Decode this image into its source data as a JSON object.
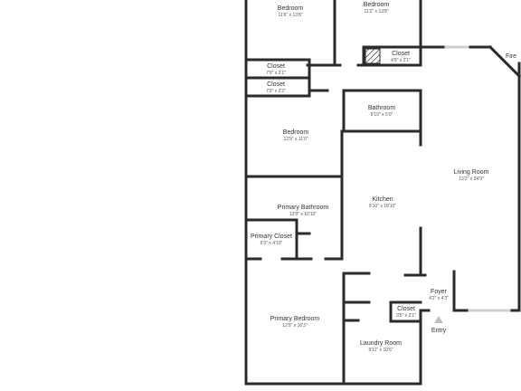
{
  "colors": {
    "wall": "#2b2b2b",
    "window": "#cfcfcf",
    "entry_arrow": "#bfbfbf",
    "background": "#ffffff"
  },
  "rooms": [
    {
      "id": "bedroom-1",
      "name": "Bedroom",
      "dims": "11'6\" x 13'8\""
    },
    {
      "id": "bedroom-2",
      "name": "Bedroom",
      "dims": "11'2\" x 13'8\""
    },
    {
      "id": "closet-top",
      "name": "Closet",
      "dims": "4'9\" x 2'1\""
    },
    {
      "id": "closet-a",
      "name": "Closet",
      "dims": "7'9\" x 2'1\""
    },
    {
      "id": "closet-b",
      "name": "Closet",
      "dims": "7'9\" x 2'2\""
    },
    {
      "id": "bedroom-3",
      "name": "Bedroom",
      "dims": "12'9\" x 11'0\""
    },
    {
      "id": "bathroom",
      "name": "Bathroom",
      "dims": "9'10\" x 5'0\""
    },
    {
      "id": "living-room",
      "name": "Living Room",
      "dims": "13'2\" x 34'9\""
    },
    {
      "id": "kitchen",
      "name": "Kitchen",
      "dims": "9'10\" x 18'10\""
    },
    {
      "id": "primary-bathroom",
      "name": "Primary Bathroom",
      "dims": "12'9\" x 10'10\""
    },
    {
      "id": "primary-closet",
      "name": "Primary Closet",
      "dims": "6'3\" x 4'10\""
    },
    {
      "id": "foyer",
      "name": "Foyer",
      "dims": "4'2\" x 4'3\""
    },
    {
      "id": "primary-bedroom",
      "name": "Primary Bedroom",
      "dims": "12'9\" x 16'3\""
    },
    {
      "id": "closet-laundry",
      "name": "Closet",
      "dims": "3'5\" x 2'1\""
    },
    {
      "id": "laundry-room",
      "name": "Laundry Room",
      "dims": "9'11\" x 10'6\""
    }
  ],
  "labels": {
    "fire": "Fire",
    "entry": "Entry"
  }
}
